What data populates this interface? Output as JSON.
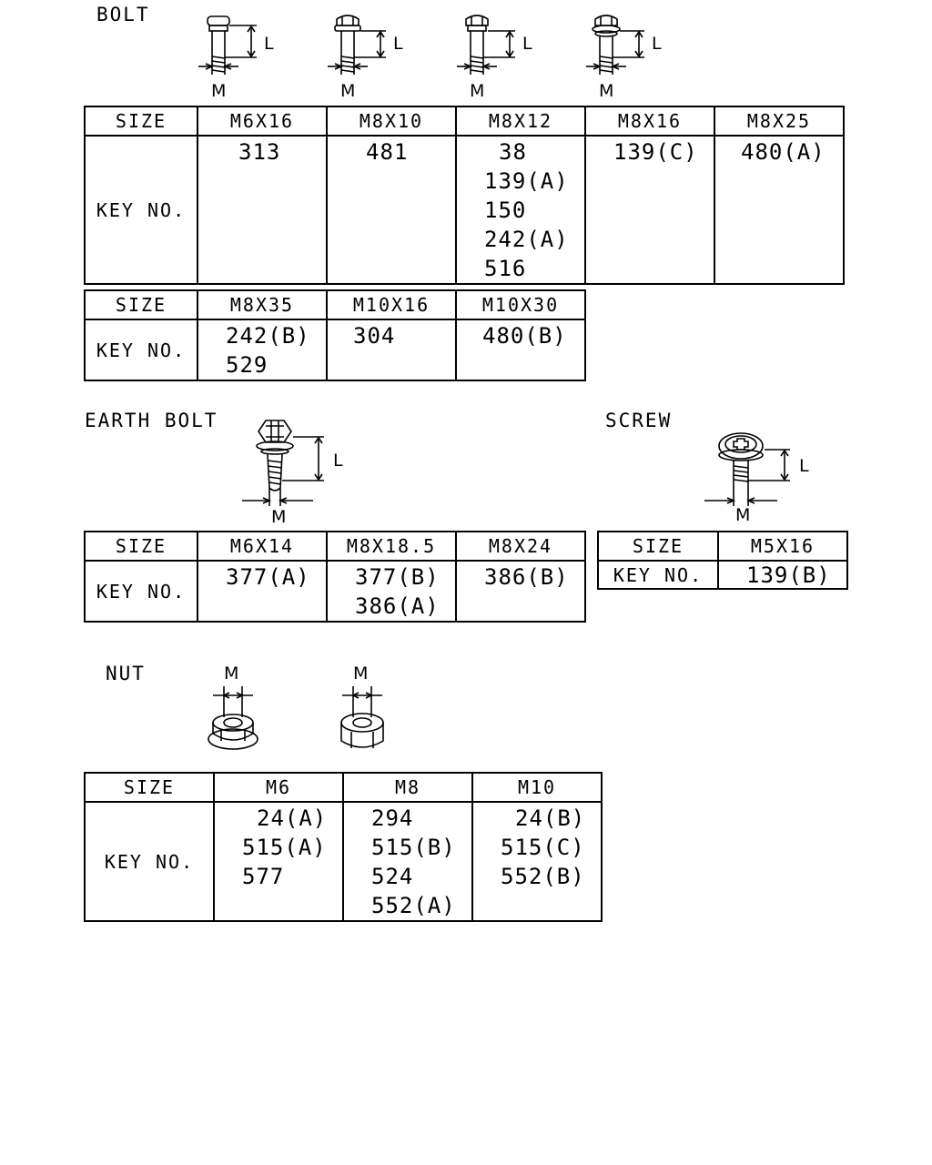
{
  "bolt": {
    "title": "BOLT",
    "dim_l": "L",
    "dim_m": "M",
    "table1": {
      "row_head_size": "SIZE",
      "row_head_key": "KEY NO.",
      "sizes": [
        "M6X16",
        "M8X10",
        "M8X12",
        "M8X16",
        "M8X25"
      ],
      "keys": [
        [
          "313"
        ],
        [
          "481"
        ],
        [
          "38",
          "139(A)",
          "150",
          "242(A)",
          "516"
        ],
        [
          "139(C)"
        ],
        [
          "480(A)"
        ]
      ]
    },
    "table2": {
      "row_head_size": "SIZE",
      "row_head_key": "KEY NO.",
      "sizes": [
        "M8X35",
        "M10X16",
        "M10X30"
      ],
      "keys": [
        [
          "242(B)",
          "529"
        ],
        [
          "304"
        ],
        [
          "480(B)"
        ]
      ]
    }
  },
  "earth_bolt": {
    "title": "EARTH BOLT",
    "dim_l": "L",
    "dim_m": "M",
    "table": {
      "row_head_size": "SIZE",
      "row_head_key": "KEY NO.",
      "sizes": [
        "M6X14",
        "M8X18.5",
        "M8X24"
      ],
      "keys": [
        [
          "377(A)"
        ],
        [
          "377(B)",
          "386(A)"
        ],
        [
          "386(B)"
        ]
      ]
    }
  },
  "screw": {
    "title": "SCREW",
    "dim_l": "L",
    "dim_m": "M",
    "table": {
      "row_head_size": "SIZE",
      "row_head_key": "KEY NO.",
      "sizes": [
        "M5X16"
      ],
      "keys": [
        [
          "139(B)"
        ]
      ]
    }
  },
  "nut": {
    "title": "NUT",
    "dim_m": "M",
    "table": {
      "row_head_size": "SIZE",
      "row_head_key": "KEY NO.",
      "sizes": [
        "M6",
        "M8",
        "M10"
      ],
      "keys": [
        [
          "24(A)",
          "515(A)",
          "577"
        ],
        [
          "294",
          "515(B)",
          "524",
          "552(A)"
        ],
        [
          "24(B)",
          "515(C)",
          "552(B)"
        ]
      ]
    }
  }
}
